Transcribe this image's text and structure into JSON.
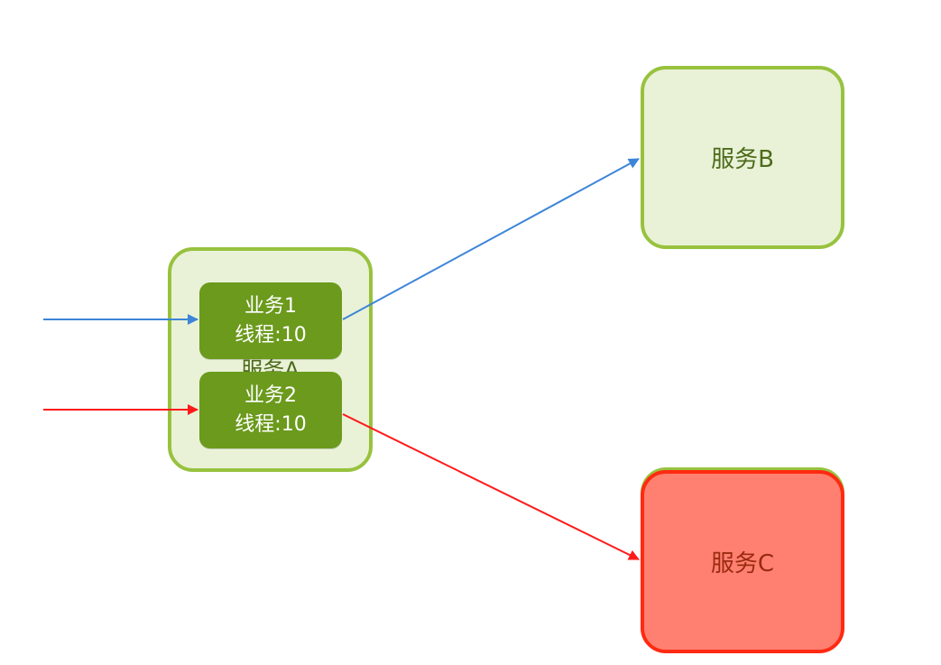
{
  "services": {
    "a": {
      "label": "服务A"
    },
    "b": {
      "label": "服务B"
    },
    "c": {
      "label": "服务C"
    }
  },
  "businesses": [
    {
      "name": "业务1",
      "threads": "线程:10"
    },
    {
      "name": "业务2",
      "threads": "线程:10"
    }
  ],
  "colors": {
    "healthy_fill": "#e9f2d7",
    "healthy_border": "#98c23e",
    "business_fill": "#6b9a1c",
    "failing_fill": "#ff8070",
    "failing_border": "#ff2a12",
    "call_to_b": "#3d85d8",
    "call_to_c": "#ff1a1a"
  }
}
